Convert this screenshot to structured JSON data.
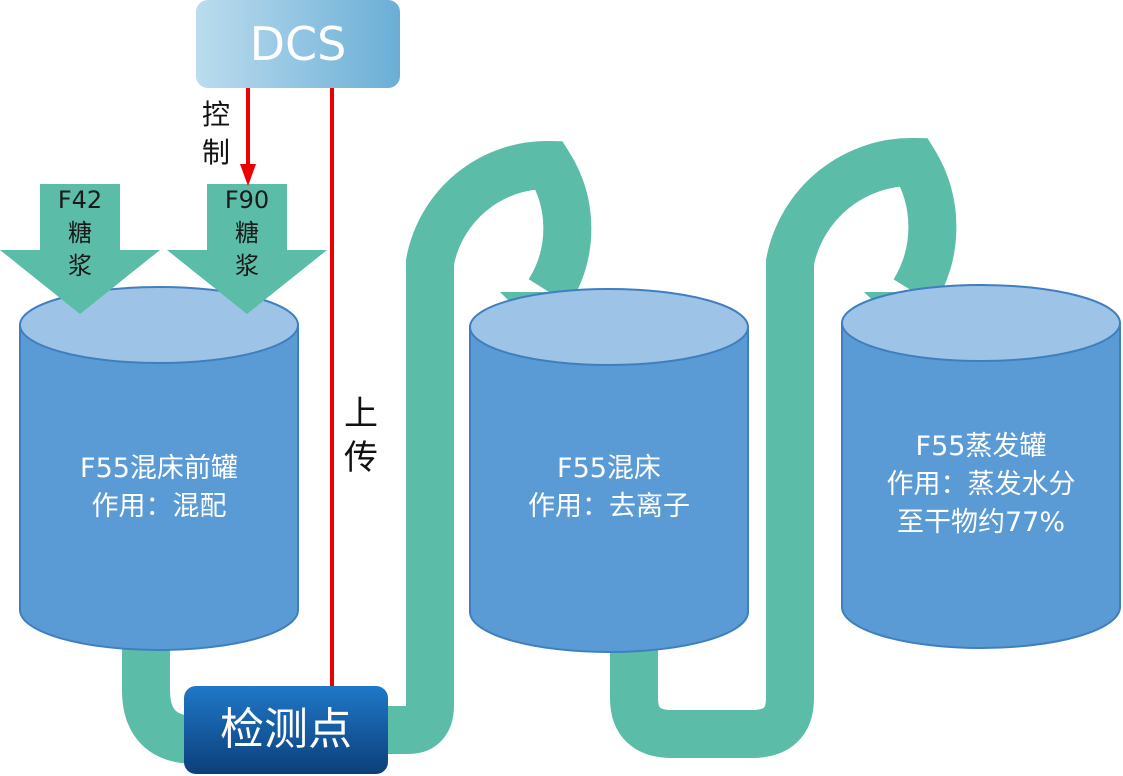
{
  "colors": {
    "tank_body": "#5b9bd5",
    "tank_top": "#9dc3e6",
    "tank_stroke": "#3f7fbf",
    "pipe": "#5bbca8",
    "signal_line": "#ee0000",
    "dcs_box": "#8ec2e0",
    "detect_box": "#1560a8"
  },
  "dcs": {
    "label": "DCS"
  },
  "detection_point": {
    "label": "检测点"
  },
  "control_label": {
    "line1": "控",
    "line2": "制"
  },
  "upload_label": {
    "line1": "上",
    "line2": "传"
  },
  "inputs": [
    {
      "code": "F42",
      "line2": "糖",
      "line3": "浆"
    },
    {
      "code": "F90",
      "line2": "糖",
      "line3": "浆"
    }
  ],
  "tanks": [
    {
      "name": "F55混床前罐",
      "line2": "作用：混配",
      "line3": ""
    },
    {
      "name": "F55混床",
      "line2": "作用：去离子",
      "line3": ""
    },
    {
      "name": "F55蒸发罐",
      "line2": "作用：蒸发水分",
      "line3": "至干物约77%"
    }
  ]
}
